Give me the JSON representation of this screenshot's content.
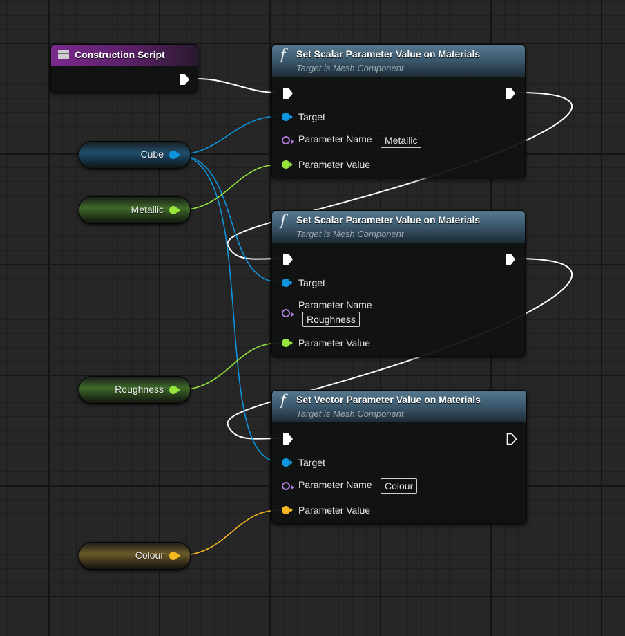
{
  "construction_script": {
    "title": "Construction Script"
  },
  "function_subtitle": "Target is Mesh Component",
  "nodes": [
    {
      "title": "Set Scalar Parameter Value on Materials",
      "subtitle": "Target is Mesh Component",
      "pin_target": "Target",
      "pin_param_name": "Parameter Name",
      "param_name_value": "Metallic",
      "pin_param_value": "Parameter Value"
    },
    {
      "title": "Set Scalar Parameter Value on Materials",
      "subtitle": "Target is Mesh Component",
      "pin_target": "Target",
      "pin_param_name": "Parameter Name",
      "param_name_value": "Roughness",
      "pin_param_value": "Parameter Value"
    },
    {
      "title": "Set Vector Parameter Value on Materials",
      "subtitle": "Target is Mesh Component",
      "pin_target": "Target",
      "pin_param_name": "Parameter Name",
      "param_name_value": "Colour",
      "pin_param_value": "Parameter Value"
    }
  ],
  "variables": {
    "cube": "Cube",
    "metallic": "Metallic",
    "roughness": "Roughness",
    "colour": "Colour"
  },
  "colors": {
    "grid_background": "#262626",
    "exec_wire": "#ffffff",
    "object_pin": "#0e96e0",
    "float_pin": "#96e43c",
    "name_pin": "#b07ad8",
    "color_pin": "#f4b820",
    "construction_header": "#7b2a8e",
    "function_header": "#56788e"
  },
  "icons": {
    "function": "function-f-icon",
    "construction_script": "construction-script-icon",
    "exec_pin": "exec-pin-icon"
  }
}
